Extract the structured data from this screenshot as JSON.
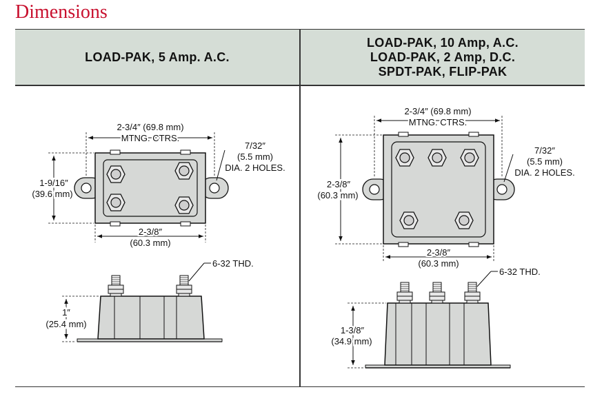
{
  "title": "Dimensions",
  "left": {
    "header": "LOAD-PAK, 5 Amp. A.C.",
    "mtng_dim": "2-3/4″ (69.8 mm)",
    "mtng_label": "MTNG. CTRS.",
    "hole_dim": "7/32″",
    "hole_mm": "(5.5 mm)",
    "hole_label": "DIA. 2 HOLES.",
    "height_dim": "1-9/16″",
    "height_mm": "(39.6 mm)",
    "width_dim": "2-3/8″",
    "width_mm": "(60.3 mm)",
    "thread": "6-32 THD.",
    "depth_dim": "1″",
    "depth_mm": "(25.4 mm)"
  },
  "right": {
    "header_lines": [
      "LOAD-PAK, 10 Amp, A.C.",
      "LOAD-PAK, 2 Amp, D.C.",
      "SPDT-PAK, FLIP-PAK"
    ],
    "mtng_dim": "2-3/4″ (69.8 mm)",
    "mtng_label": "MTNG. CTRS.",
    "hole_dim": "7/32″",
    "hole_mm": "(5.5 mm)",
    "hole_label": "DIA. 2 HOLES.",
    "height_dim": "2-3/8″",
    "height_mm": "(60.3 mm)",
    "width_dim": "2-3/8″",
    "width_mm": "(60.3 mm)",
    "thread": "6-32 THD.",
    "depth_dim": "1-3/8″",
    "depth_mm": "(34.9 mm)"
  },
  "colors": {
    "title": "#c8102e",
    "header_bg": "#d5ddd6",
    "part_fill": "#d6d8d6"
  }
}
